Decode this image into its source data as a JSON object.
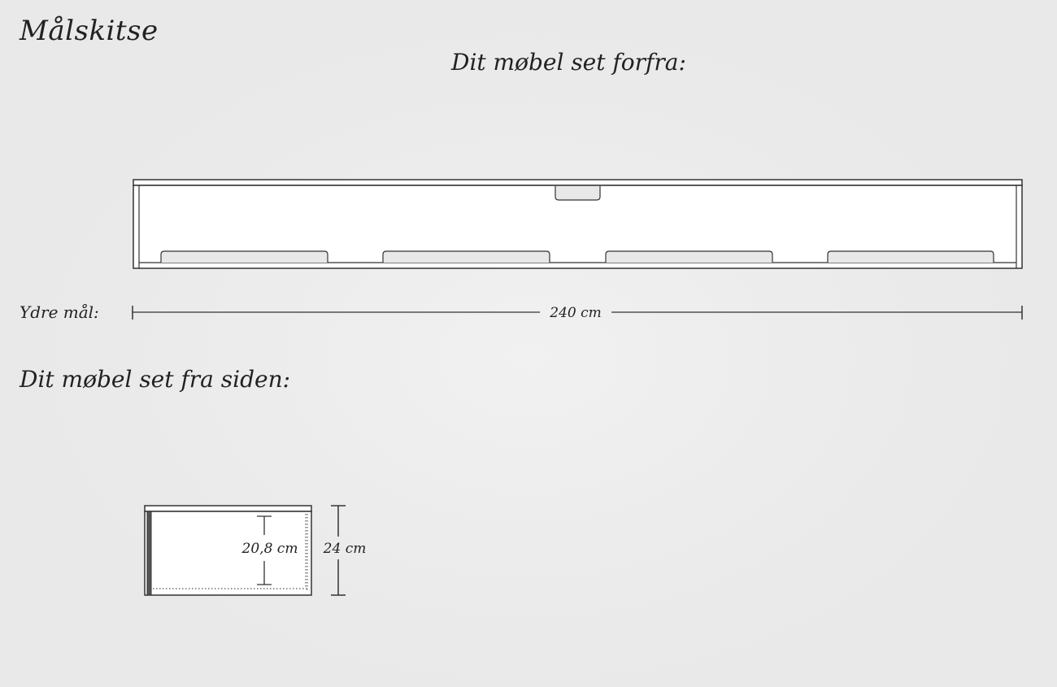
{
  "title": "Målskitse",
  "front_view": {
    "heading": "Dit møbel set forfra:",
    "outer_label": "Ydre mål:",
    "width_label": "240 cm"
  },
  "side_view": {
    "heading": "Dit møbel set fra siden:",
    "inner_height_label": "20,8 cm",
    "outer_height_label": "24 cm"
  },
  "colors": {
    "background": "#ececec",
    "line": "#333333",
    "panel": "#ffffff",
    "slot": "#e8e8e8"
  }
}
